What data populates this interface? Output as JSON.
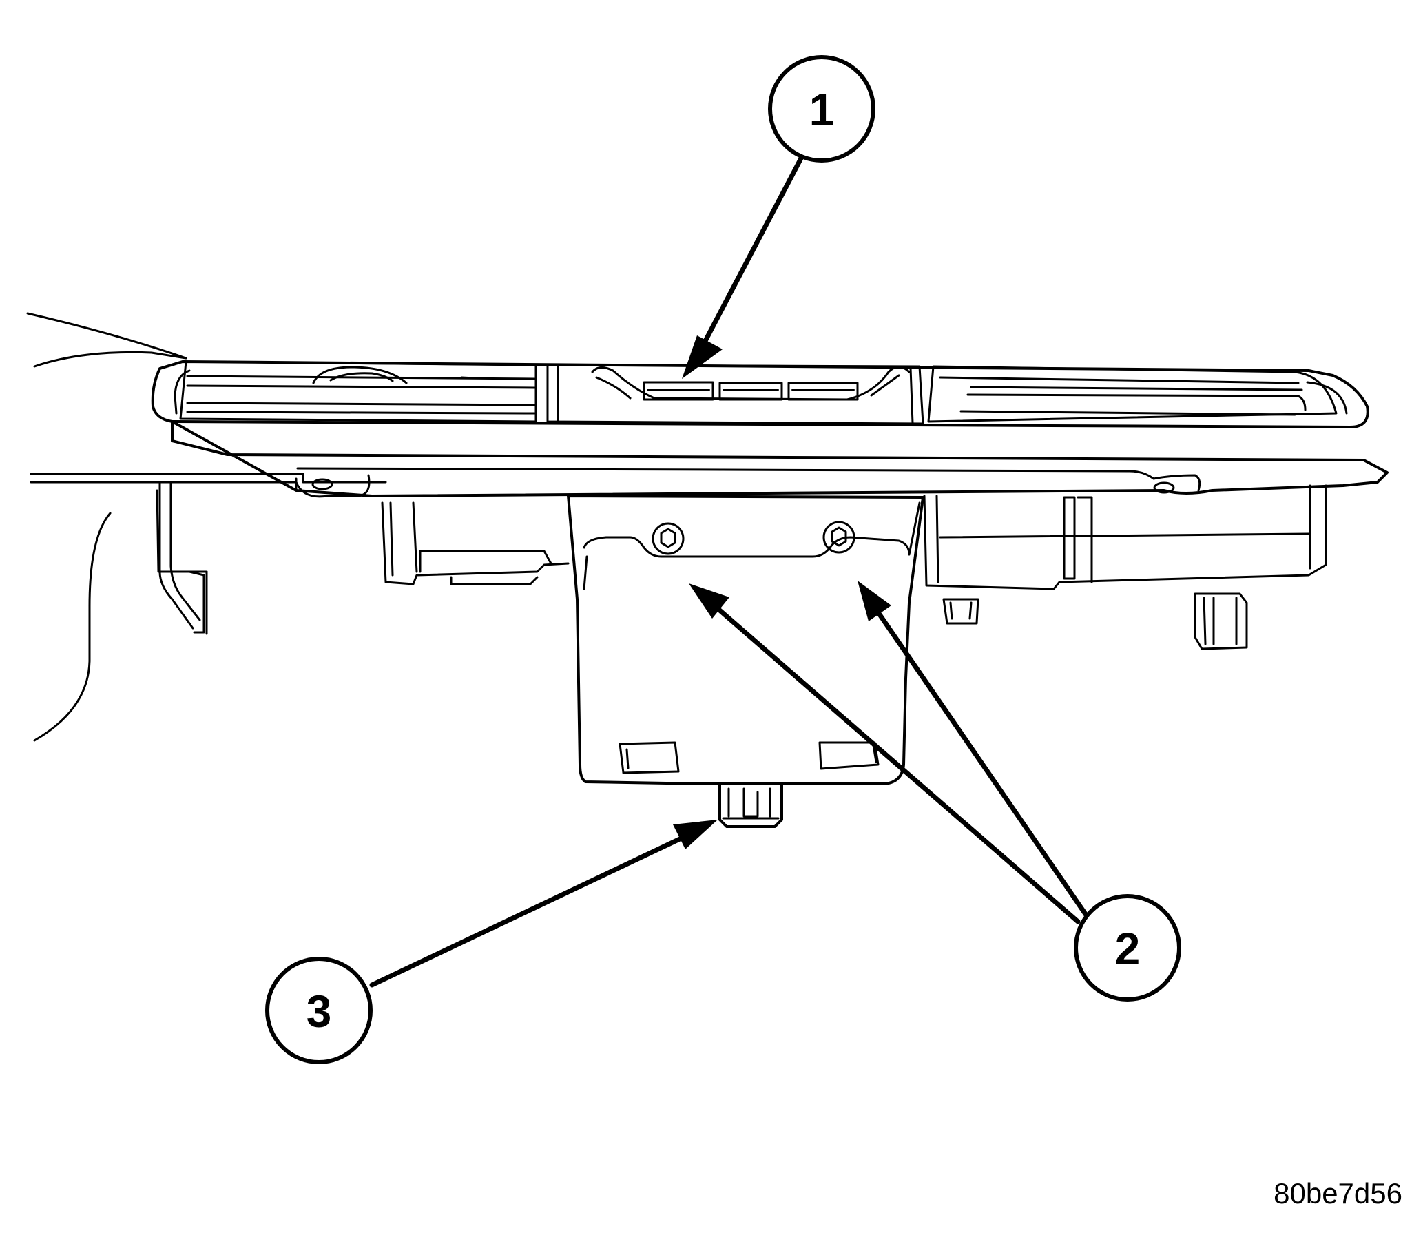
{
  "callouts": [
    {
      "label": "1"
    },
    {
      "label": "2"
    },
    {
      "label": "3"
    }
  ],
  "figure_id": "80be7d56",
  "colors": {
    "ink": "#000000",
    "paper": "#ffffff"
  }
}
